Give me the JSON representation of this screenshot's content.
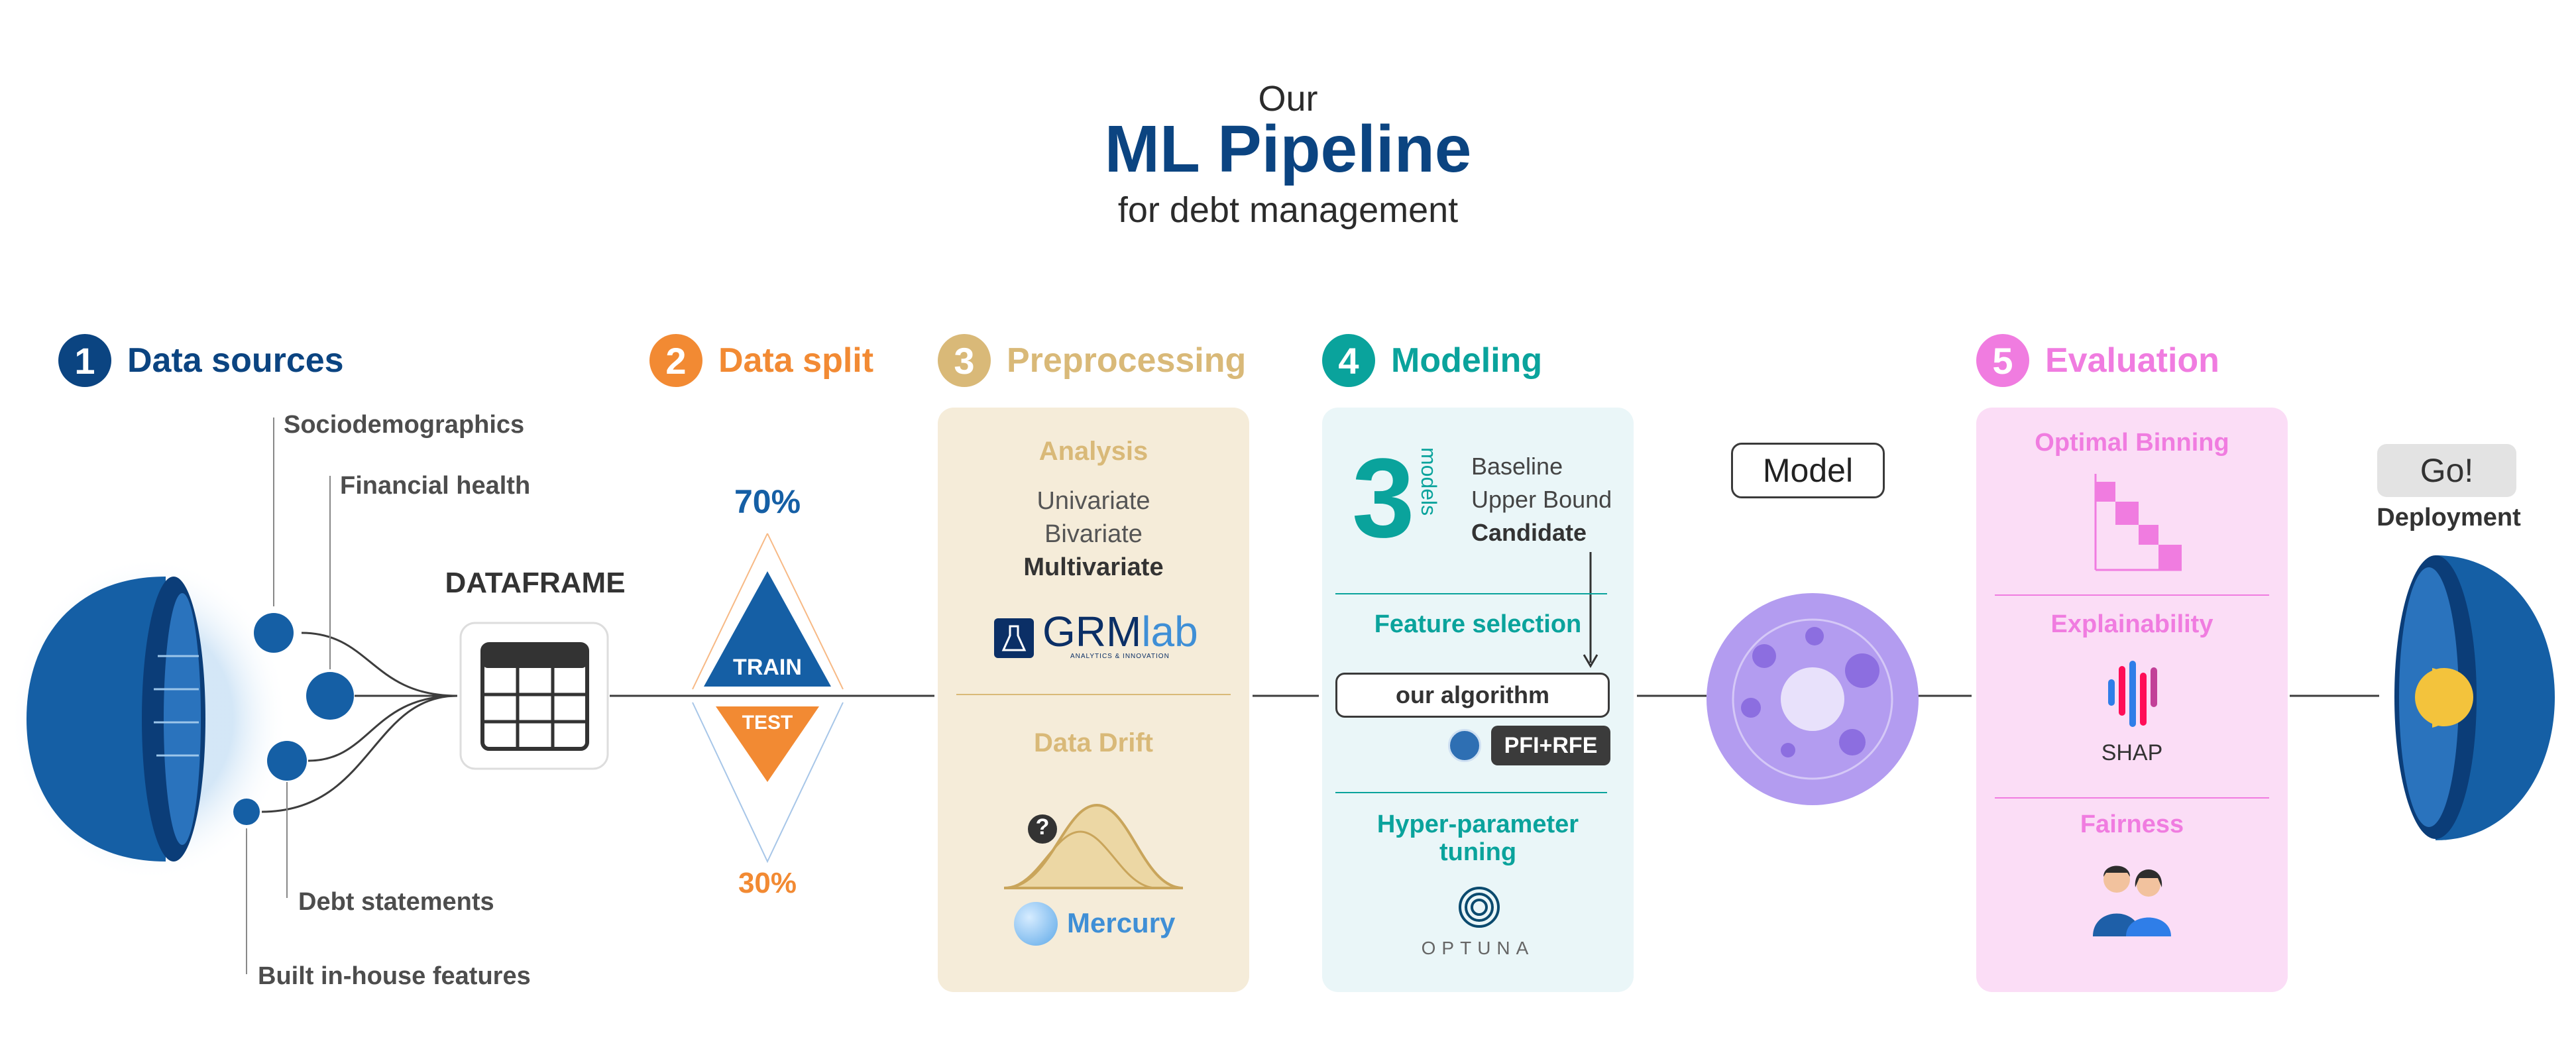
{
  "header": {
    "pre": "Our",
    "title": "ML Pipeline",
    "subtitle": "for debt management"
  },
  "colors": {
    "navy": "#0b4481",
    "orange": "#f28a33",
    "gold": "#d9b978",
    "teal": "#0aa39c",
    "pink": "#f07ce0",
    "purple": "#b39cf0",
    "gray": "#4d4d4d"
  },
  "steps": [
    {
      "num": "1",
      "label": "Data sources"
    },
    {
      "num": "2",
      "label": "Data split"
    },
    {
      "num": "3",
      "label": "Preprocessing"
    },
    {
      "num": "4",
      "label": "Modeling"
    },
    {
      "num": "5",
      "label": "Evaluation"
    }
  ],
  "data_sources": {
    "items": [
      "Sociodemographics",
      "Financial health",
      "Debt statements",
      "Built in-house features"
    ],
    "dataframe_label": "DATAFRAME"
  },
  "data_split": {
    "train_pct": "70%",
    "test_pct": "30%",
    "train_label": "TRAIN",
    "test_label": "TEST"
  },
  "preprocessing": {
    "analysis_title": "Analysis",
    "analysis_items": [
      "Univariate",
      "Bivariate",
      "Multivariate"
    ],
    "grm_logo_main": "GRM",
    "grm_logo_suffix": "lab",
    "grm_logo_tagline": "ANALYTICS & INNOVATION",
    "drift_title": "Data Drift",
    "drift_icon_glyph": "?",
    "mercury_label": "Mercury"
  },
  "modeling": {
    "models_count": "3",
    "models_word": "models",
    "model_types": [
      "Baseline",
      "Upper Bound",
      "Candidate"
    ],
    "feature_selection_title": "Feature selection",
    "algorithm_label": "our algorithm",
    "pfi_label": "PFI+RFE",
    "hyper_title_line1": "Hyper-parameter",
    "hyper_title_line2": "tuning",
    "optuna_label": "OPTUNA"
  },
  "model_label": "Model",
  "evaluation": {
    "binning_title": "Optimal Binning",
    "explain_title": "Explainability",
    "shap_label": "SHAP",
    "fairness_title": "Fairness"
  },
  "deployment": {
    "button_label": "Go!",
    "label": "Deployment"
  }
}
